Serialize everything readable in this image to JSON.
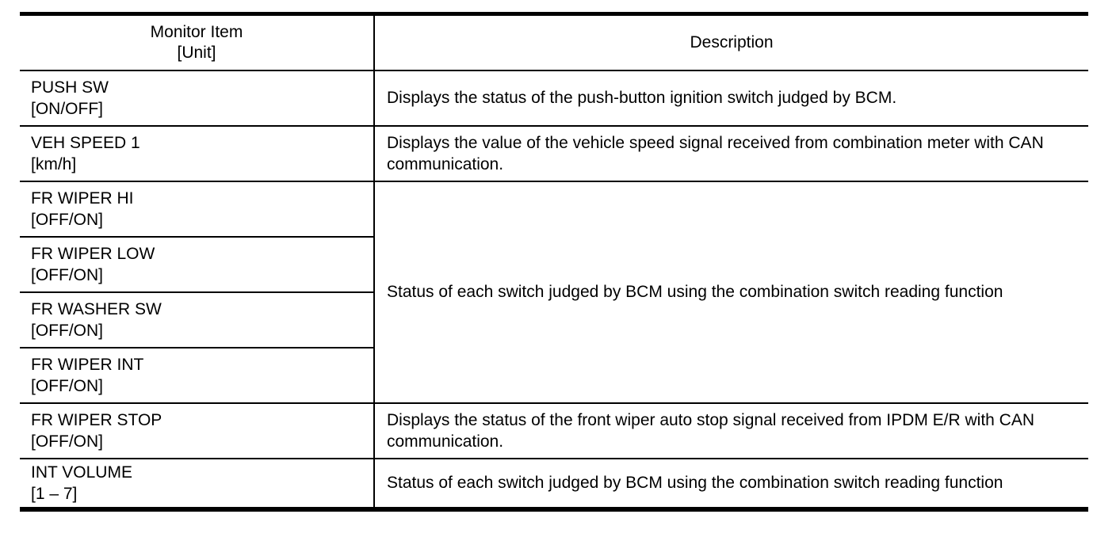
{
  "table": {
    "header": {
      "monitor_item_line1": "Monitor Item",
      "monitor_item_line2": "[Unit]",
      "description": "Description"
    },
    "rows": [
      {
        "item": "PUSH SW",
        "unit": "[ON/OFF]",
        "description": "Displays the status of the push-button ignition switch judged by BCM.",
        "desc_rowspan": 1
      },
      {
        "item": "VEH SPEED 1",
        "unit": "[km/h]",
        "description": "Displays the value of the vehicle speed signal received from combination meter with CAN communication.",
        "desc_rowspan": 1
      },
      {
        "item": "FR WIPER HI",
        "unit": "[OFF/ON]",
        "description": "Status of each switch judged by BCM using the combination switch reading function",
        "desc_rowspan": 4
      },
      {
        "item": "FR WIPER LOW",
        "unit": "[OFF/ON]",
        "description": null
      },
      {
        "item": "FR WASHER SW",
        "unit": "[OFF/ON]",
        "description": null
      },
      {
        "item": "FR WIPER INT",
        "unit": "[OFF/ON]",
        "description": null
      },
      {
        "item": "FR WIPER STOP",
        "unit": "[OFF/ON]",
        "description": "Displays the status of the front wiper auto stop signal received from IPDM E/R with CAN communication.",
        "desc_rowspan": 1
      },
      {
        "item": "INT VOLUME",
        "unit": "[1 – 7]",
        "description": "Status of each switch judged by BCM using the combination switch reading function",
        "desc_rowspan": 1
      }
    ]
  },
  "colors": {
    "border": "#000000",
    "text": "#000000",
    "background": "#ffffff"
  }
}
